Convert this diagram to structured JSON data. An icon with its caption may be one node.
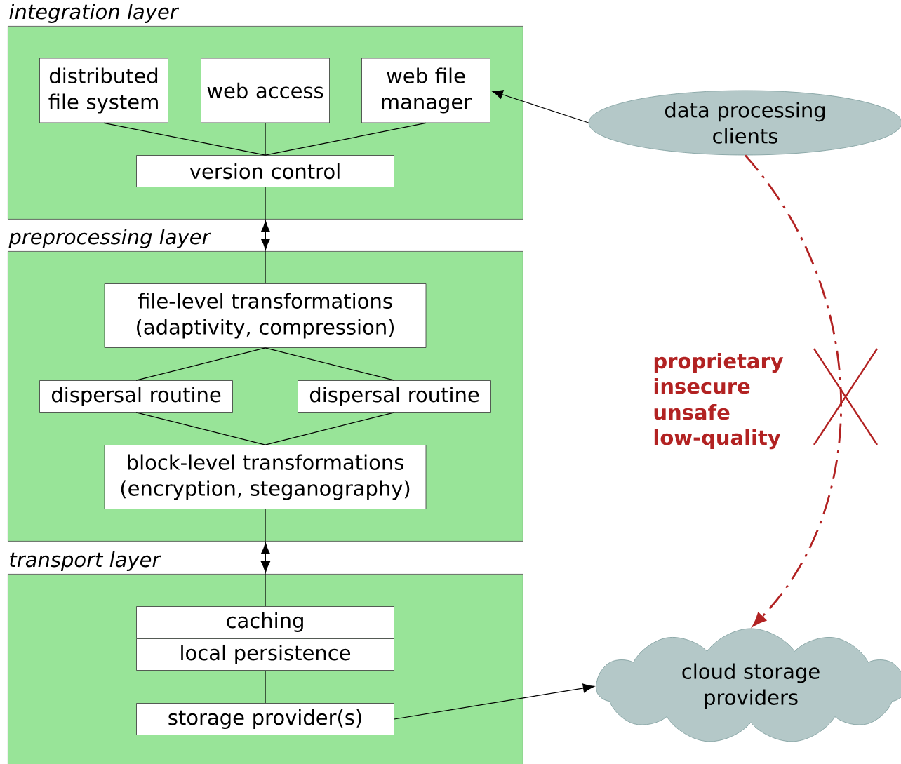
{
  "diagram": {
    "nodes": [
      {
        "text": [
          "integration layer"
        ]
      },
      {
        "text": [
          "distributed file system"
        ],
        "in": 0
      },
      {
        "text": [
          "web access"
        ],
        "in": 0
      },
      {
        "text": [
          "web file manager"
        ],
        "in": 0
      },
      {
        "text": [
          "version control"
        ],
        "in": 0
      },
      {
        "text": [
          "preprocessing layer"
        ]
      },
      {
        "text": [
          "file-level transformations (adaptivity, compression)"
        ],
        "in": 5
      },
      {
        "text": [
          "dispersal routine"
        ],
        "in": 5
      },
      {
        "text": [
          "dispersal routine"
        ],
        "in": 5
      },
      {
        "text": [
          "block-level transformations (encryption, steganography)"
        ],
        "in": 5
      },
      {
        "text": [
          "transport layer"
        ]
      },
      {
        "text": [
          "caching"
        ],
        "in": 10
      },
      {
        "text": [
          "local persistence"
        ],
        "in": 10
      },
      {
        "text": [
          "storage provider(s)"
        ],
        "in": 10
      },
      {
        "text": [
          "data processing clients"
        ]
      },
      {
        "text": [
          "cloud storage providers"
        ]
      }
    ],
    "edges": [
      {
        "from": 1,
        "to": 4,
        "arrow": "none"
      },
      {
        "from": 2,
        "to": 4,
        "arrow": "none"
      },
      {
        "from": 3,
        "to": 4,
        "arrow": "none"
      },
      {
        "from": 4,
        "to": 6,
        "arrow": "none"
      },
      {
        "from": 0,
        "to": 5,
        "arrow": "both"
      },
      {
        "from": 6,
        "to": 7,
        "arrow": "none"
      },
      {
        "from": 6,
        "to": 8,
        "arrow": "none"
      },
      {
        "from": 7,
        "to": 9,
        "arrow": "none"
      },
      {
        "from": 8,
        "to": 9,
        "arrow": "none"
      },
      {
        "from": 9,
        "to": 11,
        "arrow": "none"
      },
      {
        "from": 5,
        "to": 10,
        "arrow": "both"
      },
      {
        "from": 12,
        "to": 13,
        "arrow": "none"
      },
      {
        "from": 14,
        "to": 3,
        "arrow": "to"
      },
      {
        "from": 13,
        "to": 15,
        "arrow": "to"
      },
      {
        "from": 14,
        "to": 15,
        "arrow": "to",
        "style": "dashed",
        "color": "#b22222"
      }
    ],
    "labels": [
      "proprietary",
      "insecure",
      "unsafe",
      "low-quality"
    ]
  }
}
